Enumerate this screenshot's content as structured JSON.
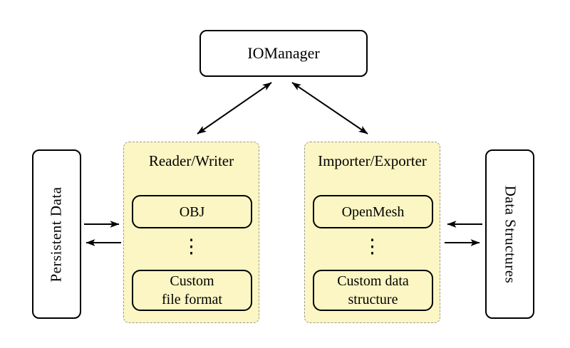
{
  "diagram": {
    "io_manager": {
      "label": "IOManager"
    },
    "reader_writer": {
      "label": "Reader/Writer",
      "dots": "⋮",
      "top_item": {
        "lines": [
          "OBJ"
        ]
      },
      "bottom_item": {
        "lines": [
          "Custom",
          "file format"
        ]
      }
    },
    "importer_exporter": {
      "label": "Importer/Exporter",
      "dots": "⋮",
      "top_item": {
        "lines": [
          "OpenMesh"
        ]
      },
      "bottom_item": {
        "lines": [
          "Custom data",
          "structure"
        ]
      }
    },
    "persistent_data": {
      "label": "Persistent Data"
    },
    "data_structures": {
      "label": "Data Structures"
    }
  },
  "colors": {
    "background": "#ffffff",
    "node_fill": "#ffffff",
    "node_border": "#000000",
    "container_fill": "#fbf6c3",
    "container_border": "#999999",
    "arrow": "#000000",
    "text": "#000000"
  }
}
